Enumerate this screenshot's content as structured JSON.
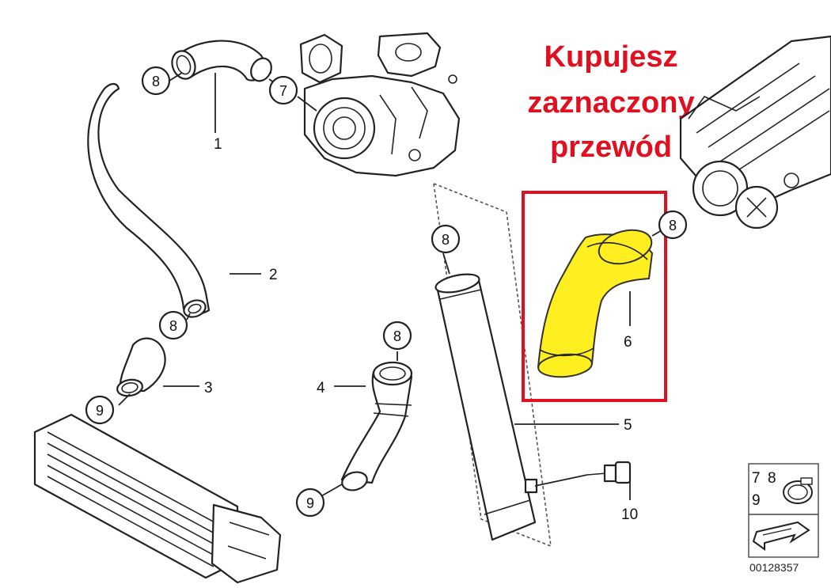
{
  "headline": {
    "line1": "Kupujesz",
    "line2": "zaznaczony",
    "line3": "przewód"
  },
  "highlight_color": "#e01020",
  "selected_part_color": "#ffee20",
  "part_labels": {
    "p1": "1",
    "p2": "2",
    "p3": "3",
    "p4": "4",
    "p5": "5",
    "p6": "6",
    "p10": "10"
  },
  "callouts": {
    "c8a": "8",
    "c7": "7",
    "c8b": "8",
    "c8c": "8",
    "c8d": "8",
    "c8e": "8",
    "c9a": "9",
    "c9b": "9"
  },
  "legend": {
    "l7": "7",
    "l8": "8",
    "l9": "9"
  },
  "diagram_id": "00128357"
}
